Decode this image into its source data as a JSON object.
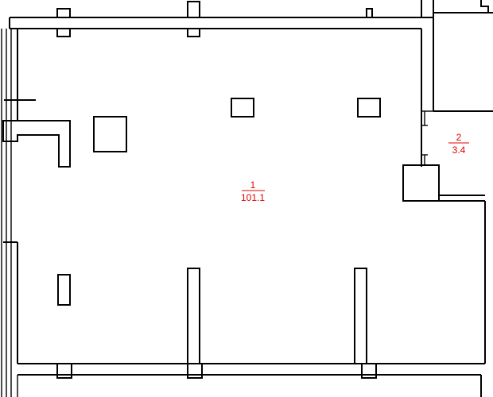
{
  "floor_plan": {
    "colors": {
      "lines": "#000000",
      "room_labels": "#e00000",
      "background": "#ffffff"
    },
    "rooms": [
      {
        "number": "1",
        "area": "101.1"
      },
      {
        "number": "2",
        "area": "3.4"
      }
    ]
  }
}
